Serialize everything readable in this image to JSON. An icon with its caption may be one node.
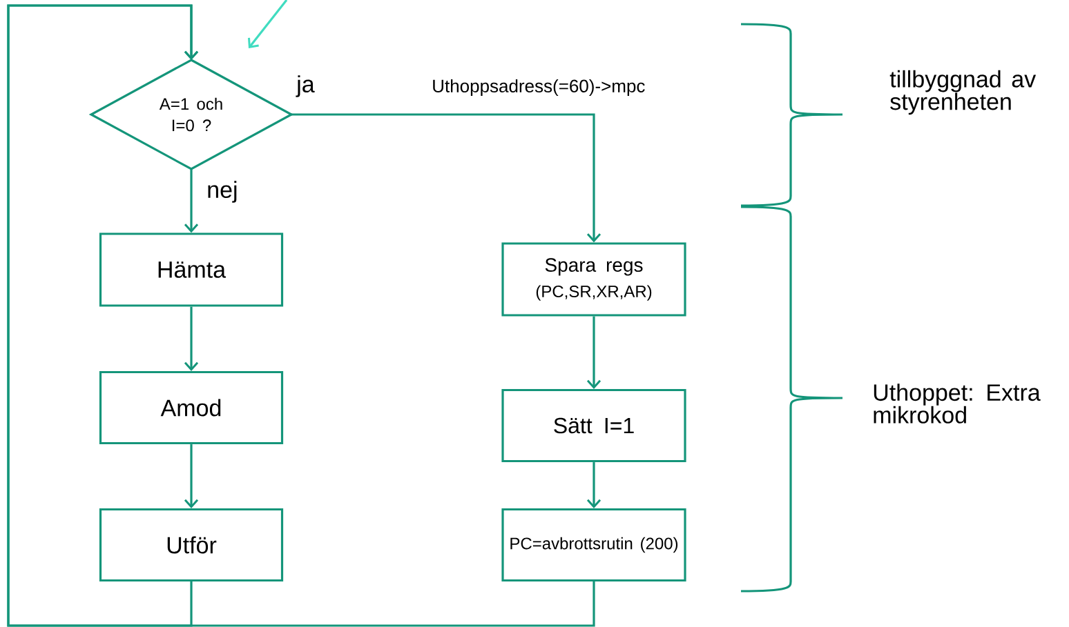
{
  "diagram": {
    "nodes": [
      {
        "text": [
          "A=1 och I=0 ?"
        ]
      },
      {
        "text": [
          "Hämta"
        ]
      },
      {
        "text": [
          "Amod"
        ]
      },
      {
        "text": [
          "Utför"
        ]
      },
      {
        "text": [
          "Spara regs",
          "(PC,SR,XR,AR)"
        ]
      },
      {
        "text": [
          "Sätt I=1"
        ]
      },
      {
        "text": [
          "PC=avbrottsrutin (200)"
        ]
      }
    ],
    "edges": [
      {
        "from": 0,
        "to": 1,
        "arrow": "to",
        "label": "nej"
      },
      {
        "from": 1,
        "to": 2,
        "arrow": "to"
      },
      {
        "from": 2,
        "to": 3,
        "arrow": "to"
      },
      {
        "from": 3,
        "to": 0,
        "arrow": "to"
      },
      {
        "from": 0,
        "to": 4,
        "arrow": "to",
        "label": "ja"
      },
      {
        "from": 4,
        "to": 5,
        "arrow": "to"
      },
      {
        "from": 5,
        "to": 6,
        "arrow": "to"
      },
      {
        "from": 6,
        "to": 0,
        "arrow": "to"
      }
    ],
    "labels": [
      "Uthoppsadress(=60)->mpc",
      "tillbyggnad av styrenheten",
      "Uthoppet: Extra mikrokod"
    ]
  }
}
